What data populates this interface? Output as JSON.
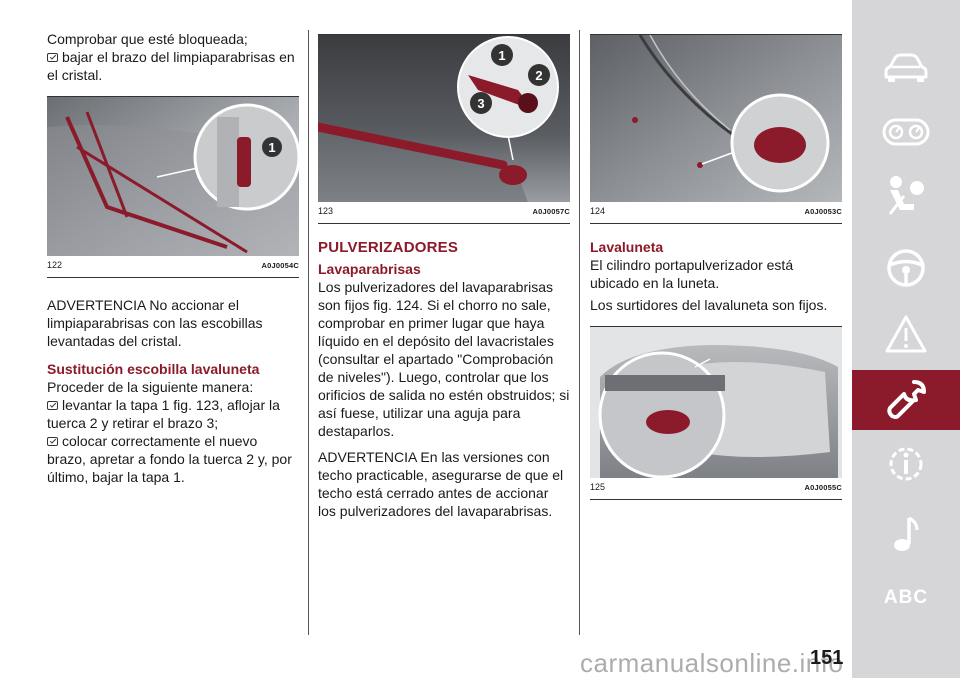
{
  "column1": {
    "intro": "Comprobar que esté bloqueada;",
    "bullet1": "bajar el brazo del limpiaparabrisas en el cristal.",
    "figure": {
      "number": "122",
      "code": "A0J0054C",
      "callout": "1"
    },
    "warning": "ADVERTENCIA No accionar el limpiaparabrisas con las escobillas levantadas del cristal.",
    "heading": "Sustitución escobilla lavaluneta",
    "lead": "Proceder de la siguiente manera:",
    "bullet2": "levantar la tapa 1 fig. 123, aflojar la tuerca 2 y retirar el brazo 3;",
    "bullet3": "colocar correctamente el nuevo brazo, apretar a fondo la tuerca 2 y, por último, bajar la tapa 1."
  },
  "column2": {
    "figure": {
      "number": "123",
      "code": "A0J0057C",
      "callouts": [
        "1",
        "2",
        "3"
      ]
    },
    "heading": "PULVERIZADORES",
    "subheading": "Lavaparabrisas",
    "para1": "Los pulverizadores del lavaparabrisas son fijos fig. 124. Si el chorro no sale, comprobar en primer lugar que haya líquido en el depósito del lavacristales (consultar el apartado \"Comprobación de niveles\"). Luego, controlar que los orificios de salida no estén obstruidos; si así fuese, utilizar una aguja para destaparlos.",
    "para2": "ADVERTENCIA En las versiones con techo practicable, asegurarse de que el techo está cerrado antes de accionar los pulverizadores del lavaparabrisas."
  },
  "column3": {
    "figure1": {
      "number": "124",
      "code": "A0J0053C"
    },
    "heading": "Lavaluneta",
    "para1": "El cilindro portapulverizador está ubicado en la luneta.",
    "para2": "Los surtidores del lavaluneta son fijos.",
    "figure2": {
      "number": "125",
      "code": "A0J0055C"
    }
  },
  "sidebar": {
    "items": [
      {
        "icon": "car-icon"
      },
      {
        "icon": "dashboard-icon"
      },
      {
        "icon": "airbag-seat-icon"
      },
      {
        "icon": "steering-wheel-icon"
      },
      {
        "icon": "warning-triangle-icon"
      },
      {
        "icon": "wrench-icon",
        "active": true
      },
      {
        "icon": "info-gear-icon"
      },
      {
        "icon": "music-note-icon"
      },
      {
        "label": "ABC"
      }
    ],
    "active_color": "#8b1a2a",
    "background": "#d6d6d8"
  },
  "page_number": "151",
  "watermark": "carmanualsonline.info"
}
